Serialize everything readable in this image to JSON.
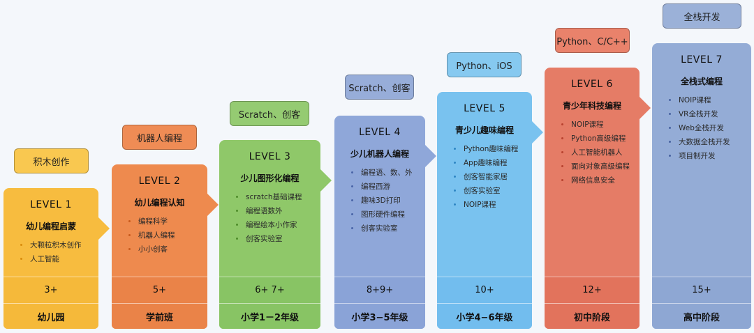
{
  "columns": [
    {
      "tag": "积木创作",
      "level": "LEVEL 1",
      "subtitle": "幼儿编程启蒙",
      "items": [
        "大颗粒积木创作",
        "人工智能"
      ],
      "age": "3+",
      "stage": "幼儿园",
      "colors": {
        "card": "#f7bc3f",
        "tag": "#f9c850",
        "band": "#f5b93a",
        "dot": "#d98c0c"
      }
    },
    {
      "tag": "机器人编程",
      "level": "LEVEL 2",
      "subtitle": "幼儿编程认知",
      "items": [
        "编程科学",
        "机器人编程",
        "小小创客"
      ],
      "age": "5+",
      "stage": "学前班",
      "colors": {
        "card": "#ee8a4e",
        "tag": "#ef8c55",
        "band": "#ea8348",
        "dot": "#c95a1c"
      }
    },
    {
      "tag": "Scratch、创客",
      "level": "LEVEL 3",
      "subtitle": "少儿图形化编程",
      "items": [
        "scratch基础课程",
        "编程语数外",
        "编程绘本小作家",
        "创客实验室"
      ],
      "age": "6+ 7+",
      "stage": "小学1－2年级",
      "colors": {
        "card": "#8fc869",
        "tag": "#95cb72",
        "band": "#88c464",
        "dot": "#4f8c2a"
      }
    },
    {
      "tag": "Scratch、创客",
      "level": "LEVEL 4",
      "subtitle": "少儿机器人编程",
      "items": [
        "编程语、数、外",
        "编程西游",
        "趣味3D打印",
        "图形硬件编程",
        "创客实验室"
      ],
      "age": "8+9+",
      "stage": "小学3−5年级",
      "colors": {
        "card": "#8fa7d9",
        "tag": "#97add9",
        "band": "#8aa3d7",
        "dot": "#4a65a8"
      }
    },
    {
      "tag": "Python、iOS",
      "level": "LEVEL 5",
      "subtitle": "青少儿趣味编程",
      "items": [
        "Python趣味编程",
        "App趣味编程",
        "创客智能家居",
        "创客实验室",
        "NOIP课程"
      ],
      "age": "10+",
      "stage": "小学4−6年级",
      "colors": {
        "card": "#79c2ef",
        "tag": "#86c9f0",
        "band": "#72bdee",
        "dot": "#2f86c4"
      }
    },
    {
      "tag": "Python、C/C++",
      "level": "LEVEL 6",
      "subtitle": "青少年科技编程",
      "items": [
        "NOIP课程",
        "Python高级编程",
        "人工智能机器人",
        "面向对象高级编程",
        "网络信息安全"
      ],
      "age": "12+",
      "stage": "初中阶段",
      "colors": {
        "card": "#e57c66",
        "tag": "#e9826b",
        "band": "#e2735c",
        "dot": "#b84330"
      }
    },
    {
      "tag": "全栈开发",
      "level": "LEVEL 7",
      "subtitle": "全栈式编程",
      "items": [
        "NOIP课程",
        "VR全栈开发",
        "Web全栈开发",
        "大数据全栈开发",
        "项目制开发"
      ],
      "age": "15+",
      "stage": "高中阶段",
      "colors": {
        "card": "#94acd6",
        "tag": "#9bb1d8",
        "band": "#8ea7d3",
        "dot": "#4863a1"
      }
    }
  ]
}
